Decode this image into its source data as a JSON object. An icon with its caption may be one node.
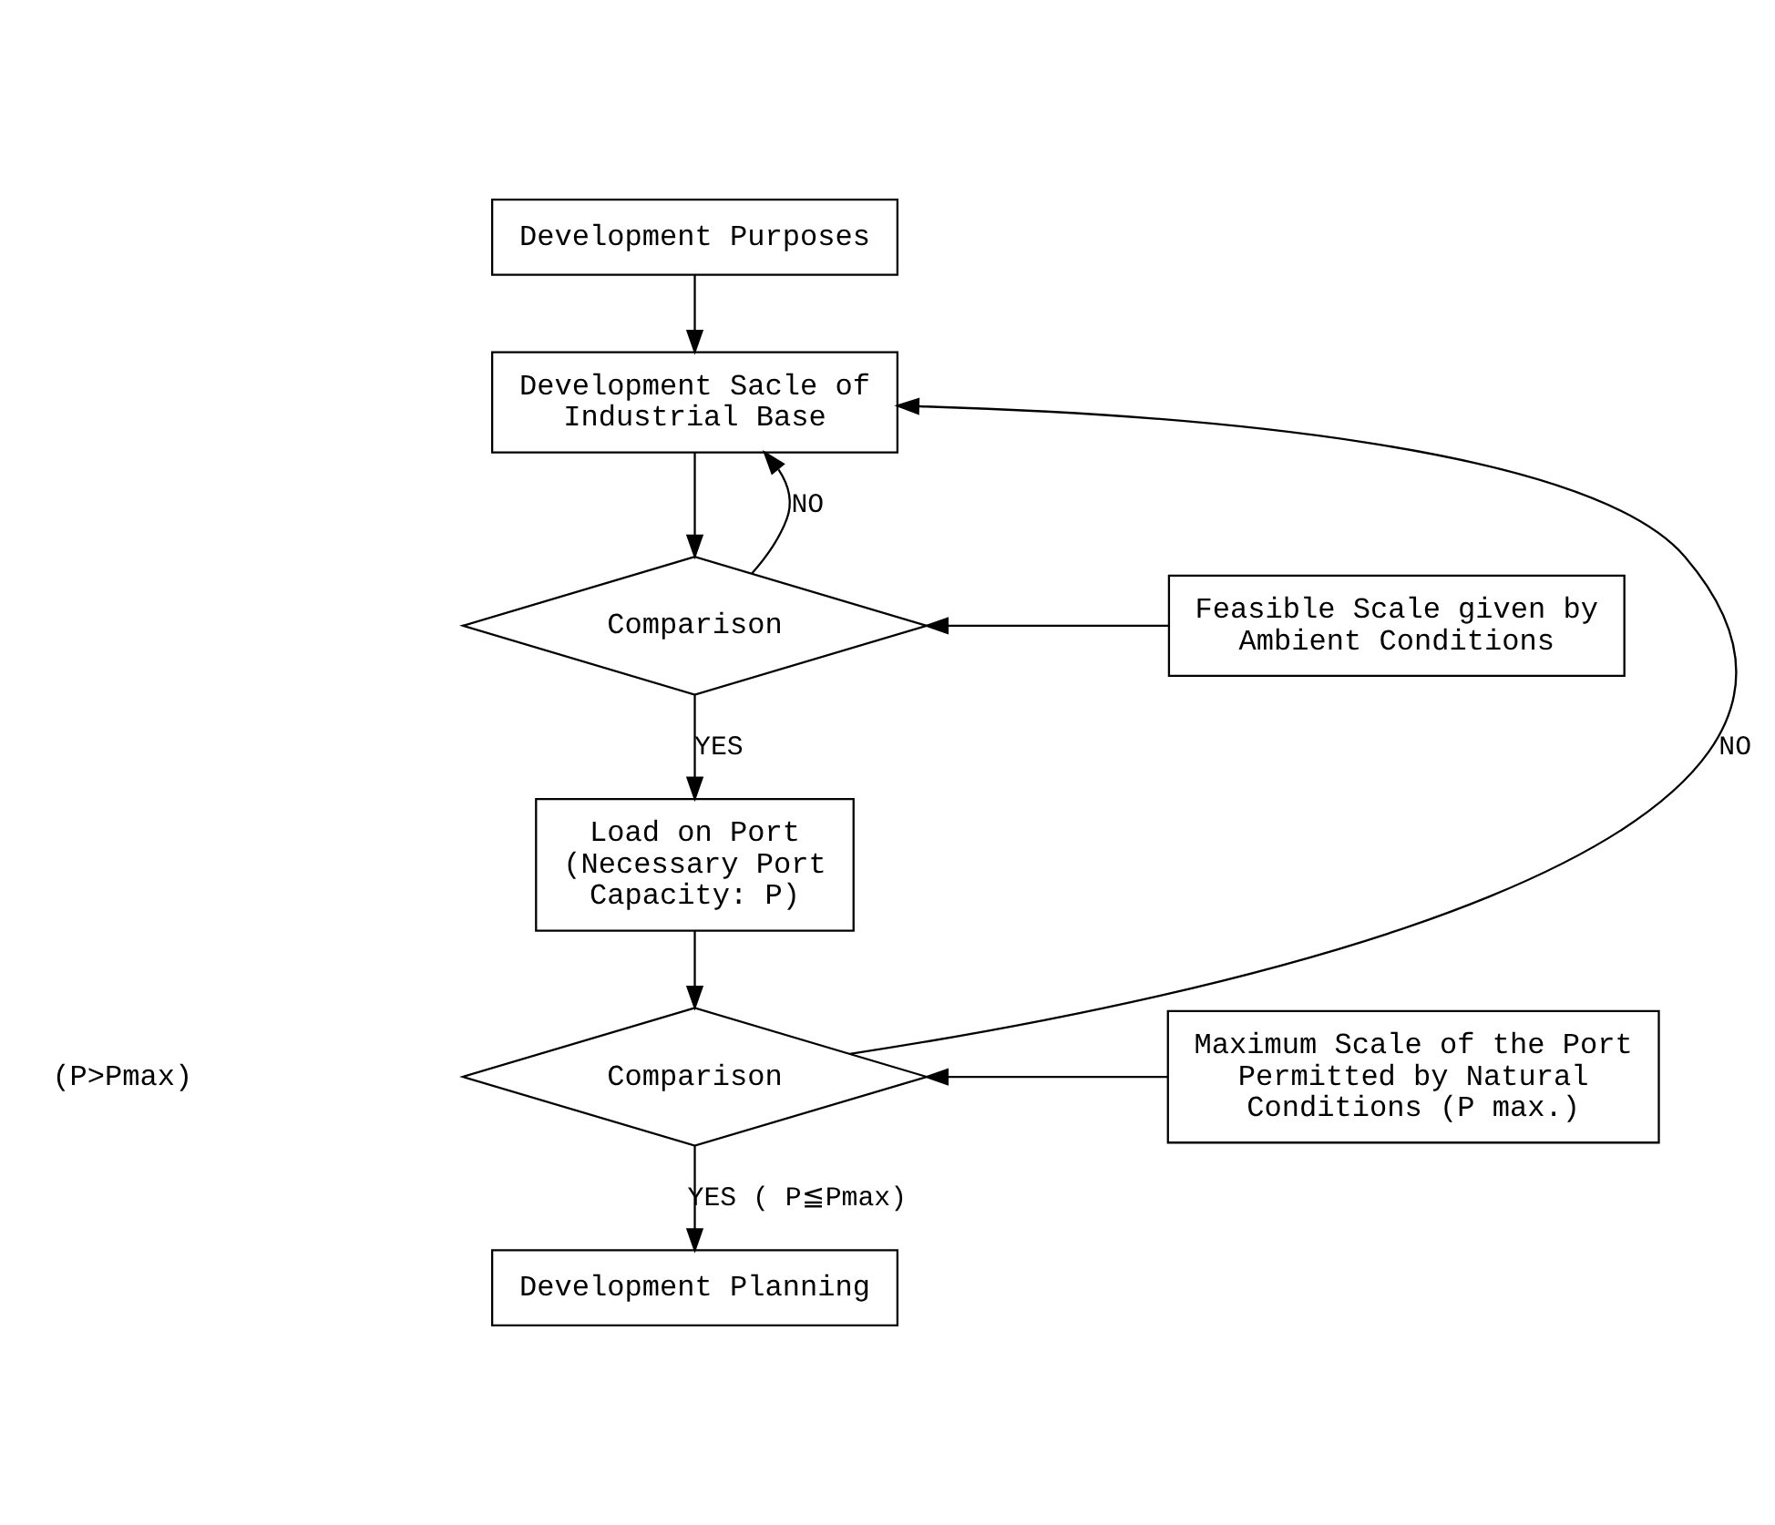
{
  "diagram": {
    "nodes": [
      {
        "text": [
          "Development Purposes"
        ]
      },
      {
        "text": [
          "Development Sacle of Industrial Base"
        ]
      },
      {
        "text": [
          "Comparison"
        ]
      },
      {
        "text": [
          "Feasible Scale given by Ambient Conditions"
        ]
      },
      {
        "text": [
          "Load on Port",
          "(Necessary Port Capacity: P)"
        ]
      },
      {
        "text": [
          "Comparison"
        ]
      },
      {
        "text": [
          "Maximum Scale of the Port Permitted by Natural Conditions (P max.)"
        ]
      },
      {
        "text": [
          "Development Planning"
        ]
      }
    ],
    "edges": [
      {
        "from": 0,
        "to": 1,
        "arrow": "to"
      },
      {
        "from": 1,
        "to": 2,
        "arrow": "to"
      },
      {
        "from": 3,
        "to": 2,
        "arrow": "to"
      },
      {
        "from": 2,
        "to": 1,
        "arrow": "to",
        "label": "NO"
      },
      {
        "from": 2,
        "to": 4,
        "arrow": "to",
        "label": "YES"
      },
      {
        "from": 4,
        "to": 5,
        "arrow": "to"
      },
      {
        "from": 6,
        "to": 5,
        "arrow": "to"
      },
      {
        "from": 5,
        "to": 1,
        "arrow": "to",
        "label": "NO"
      },
      {
        "from": 5,
        "to": 7,
        "arrow": "to",
        "label": "YES ( P≦Pmax)"
      }
    ],
    "labels": [
      "(P>Pmax)"
    ]
  }
}
